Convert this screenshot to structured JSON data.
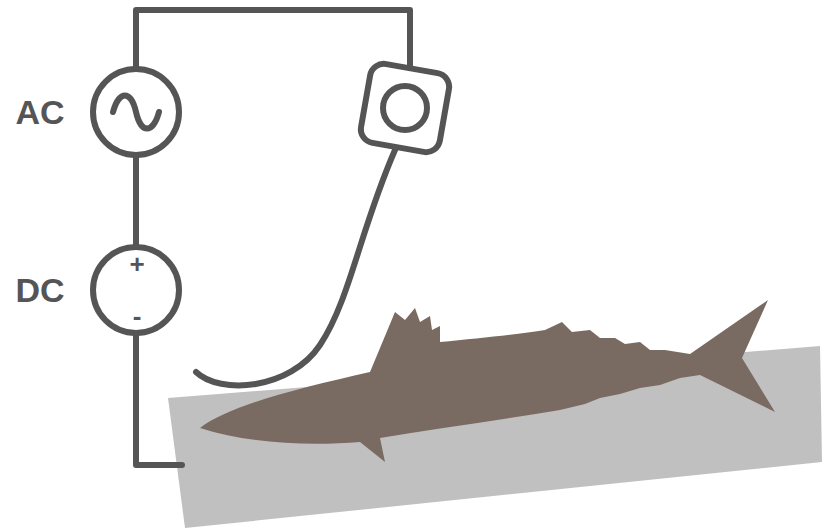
{
  "diagram": {
    "nodes": [
      {
        "text": [
          "AC"
        ]
      },
      {
        "text": [
          "DC",
          "+",
          "-"
        ]
      }
    ],
    "edges": [
      {
        "from": 0,
        "to": 1,
        "arrow": "none"
      }
    ]
  }
}
